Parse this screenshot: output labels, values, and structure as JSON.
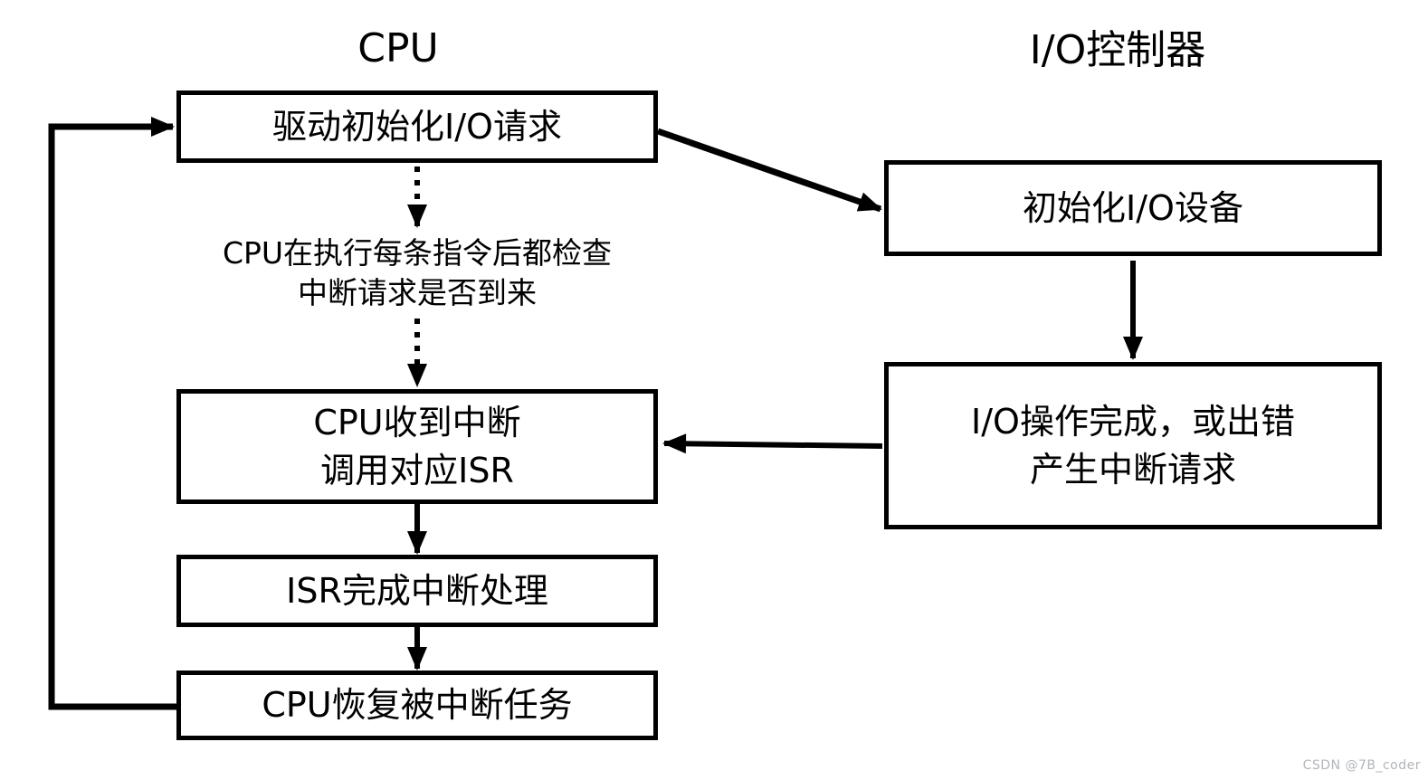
{
  "colors": {
    "line": "#000000",
    "background": "#ffffff",
    "box_fill": "#ffffff",
    "watermark_text": "#b2b5b9"
  },
  "left_column": {
    "title": "CPU",
    "box_driver_init": {
      "line1": "驱动初始化I/O请求"
    },
    "note": {
      "line1": "CPU在执行每条指令后都检查",
      "line2": "中断请求是否到来"
    },
    "box_cpu_interrupt": {
      "line1": "CPU收到中断",
      "line2": "调用对应ISR"
    },
    "box_isr_done": {
      "line1": "ISR完成中断处理"
    },
    "box_cpu_resume": {
      "line1": "CPU恢复被中断任务"
    }
  },
  "right_column": {
    "title": "I/O控制器",
    "box_init_device": {
      "line1": "初始化I/O设备"
    },
    "box_io_complete": {
      "line1": "I/O操作完成，或出错",
      "line2": "产生中断请求"
    }
  },
  "watermark": "CSDN @7B_coder"
}
